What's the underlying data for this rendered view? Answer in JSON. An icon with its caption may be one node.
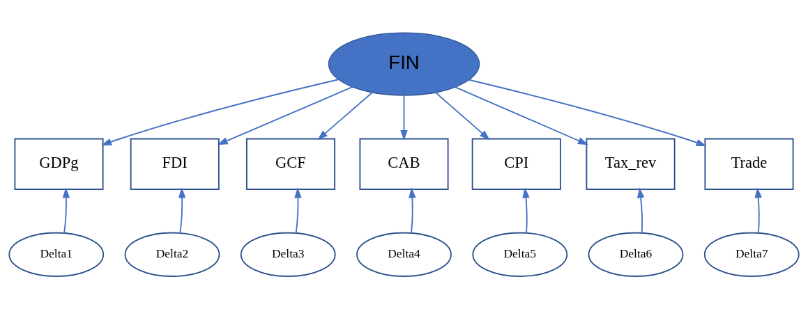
{
  "diagram": {
    "nodes": [
      {
        "text": [
          "FIN"
        ]
      },
      {
        "text": [
          "GDPg"
        ]
      },
      {
        "text": [
          "FDI"
        ]
      },
      {
        "text": [
          "GCF"
        ]
      },
      {
        "text": [
          "CAB"
        ]
      },
      {
        "text": [
          "CPI"
        ]
      },
      {
        "text": [
          "Tax_rev"
        ]
      },
      {
        "text": [
          "Trade"
        ]
      },
      {
        "text": [
          "Delta1"
        ]
      },
      {
        "text": [
          "Delta2"
        ]
      },
      {
        "text": [
          "Delta3"
        ]
      },
      {
        "text": [
          "Delta4"
        ]
      },
      {
        "text": [
          "Delta5"
        ]
      },
      {
        "text": [
          "Delta6"
        ]
      },
      {
        "text": [
          "Delta7"
        ]
      }
    ],
    "edges": [
      {
        "from": 0,
        "to": 1,
        "arrow": "to"
      },
      {
        "from": 0,
        "to": 2,
        "arrow": "to"
      },
      {
        "from": 0,
        "to": 3,
        "arrow": "to"
      },
      {
        "from": 0,
        "to": 4,
        "arrow": "to"
      },
      {
        "from": 0,
        "to": 5,
        "arrow": "to"
      },
      {
        "from": 0,
        "to": 6,
        "arrow": "to"
      },
      {
        "from": 0,
        "to": 7,
        "arrow": "to"
      },
      {
        "from": 8,
        "to": 1,
        "arrow": "to"
      },
      {
        "from": 9,
        "to": 2,
        "arrow": "to"
      },
      {
        "from": 10,
        "to": 3,
        "arrow": "to"
      },
      {
        "from": 11,
        "to": 4,
        "arrow": "to"
      },
      {
        "from": 12,
        "to": 5,
        "arrow": "to"
      },
      {
        "from": 13,
        "to": 6,
        "arrow": "to"
      },
      {
        "from": 14,
        "to": 7,
        "arrow": "to"
      }
    ]
  }
}
